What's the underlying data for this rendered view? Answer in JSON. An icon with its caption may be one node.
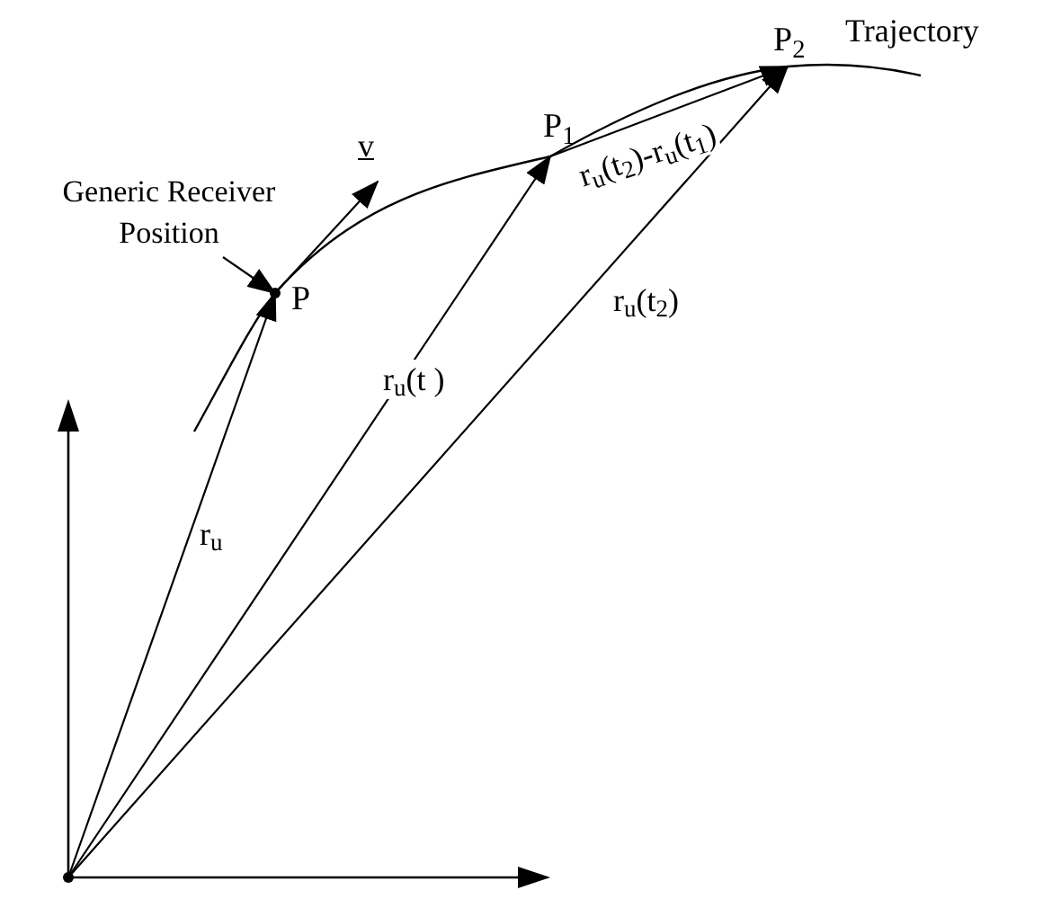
{
  "diagram": {
    "nodes": [
      {
        "text": [],
        "shape": "point"
      },
      {
        "text": [
          "P"
        ]
      },
      {
        "text": [
          "P$_{1}$"
        ]
      },
      {
        "text": [
          "P$_{2}$"
        ]
      },
      {
        "text": [
          "Generic Receiver Position"
        ]
      }
    ],
    "edges": [
      {
        "from": 0,
        "to": 1,
        "arrow": "to",
        "label": "r$_{u}$"
      },
      {
        "from": 0,
        "to": 2,
        "arrow": "to",
        "label": "r$_{u}$(t )"
      },
      {
        "from": 0,
        "to": 3,
        "arrow": "to",
        "label": "r$_{u}$(t$_{2}$)"
      },
      {
        "from": 2,
        "to": 3,
        "arrow": "to",
        "label": "r$_{u}$(t$_{2}$)-r$_{u}$(t$_{1}$)"
      },
      {
        "from": 1,
        "to": null,
        "arrow": "to",
        "label": "v"
      },
      {
        "from": 4,
        "to": 1,
        "arrow": "to"
      }
    ],
    "labels": [
      "Trajectory"
    ]
  }
}
